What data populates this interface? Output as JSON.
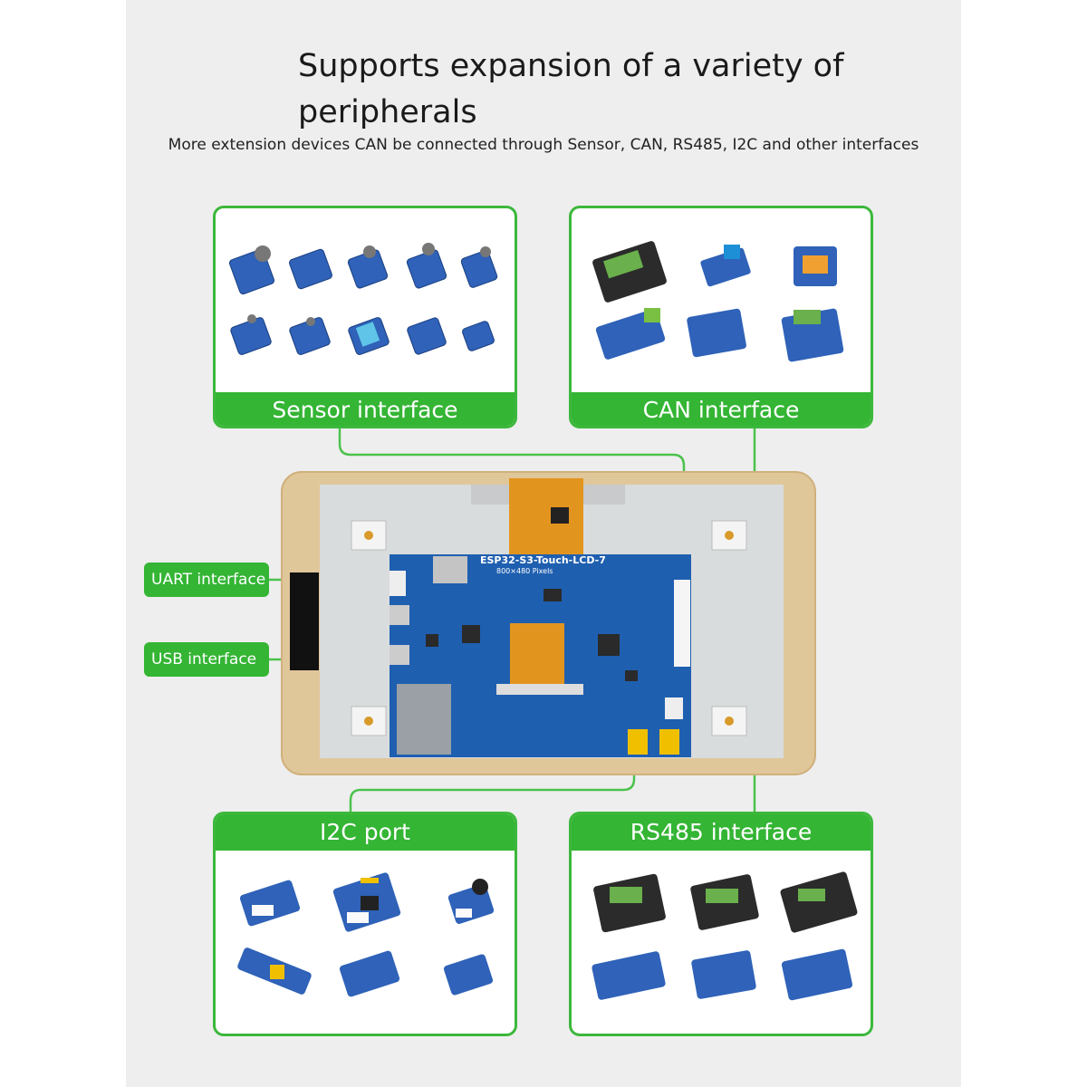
{
  "header": {
    "title": "Supports expansion of a variety of peripherals",
    "subtitle": "More extension devices CAN be connected through Sensor, CAN, RS485, I2C and other interfaces"
  },
  "interfaces": {
    "sensor": "Sensor interface",
    "can": "CAN interface",
    "i2c": "I2C port",
    "rs485": "RS485 interface",
    "uart": "UART interface",
    "usb": "USB interface"
  },
  "board": {
    "name": "ESP32-S3-Touch-LCD-7",
    "resolution": "800×480 Pixels"
  },
  "colors": {
    "accent": "#34b534",
    "pcb": "#1f5fb0",
    "frame": "#e0c79a",
    "screen": "#d9dcdd"
  }
}
